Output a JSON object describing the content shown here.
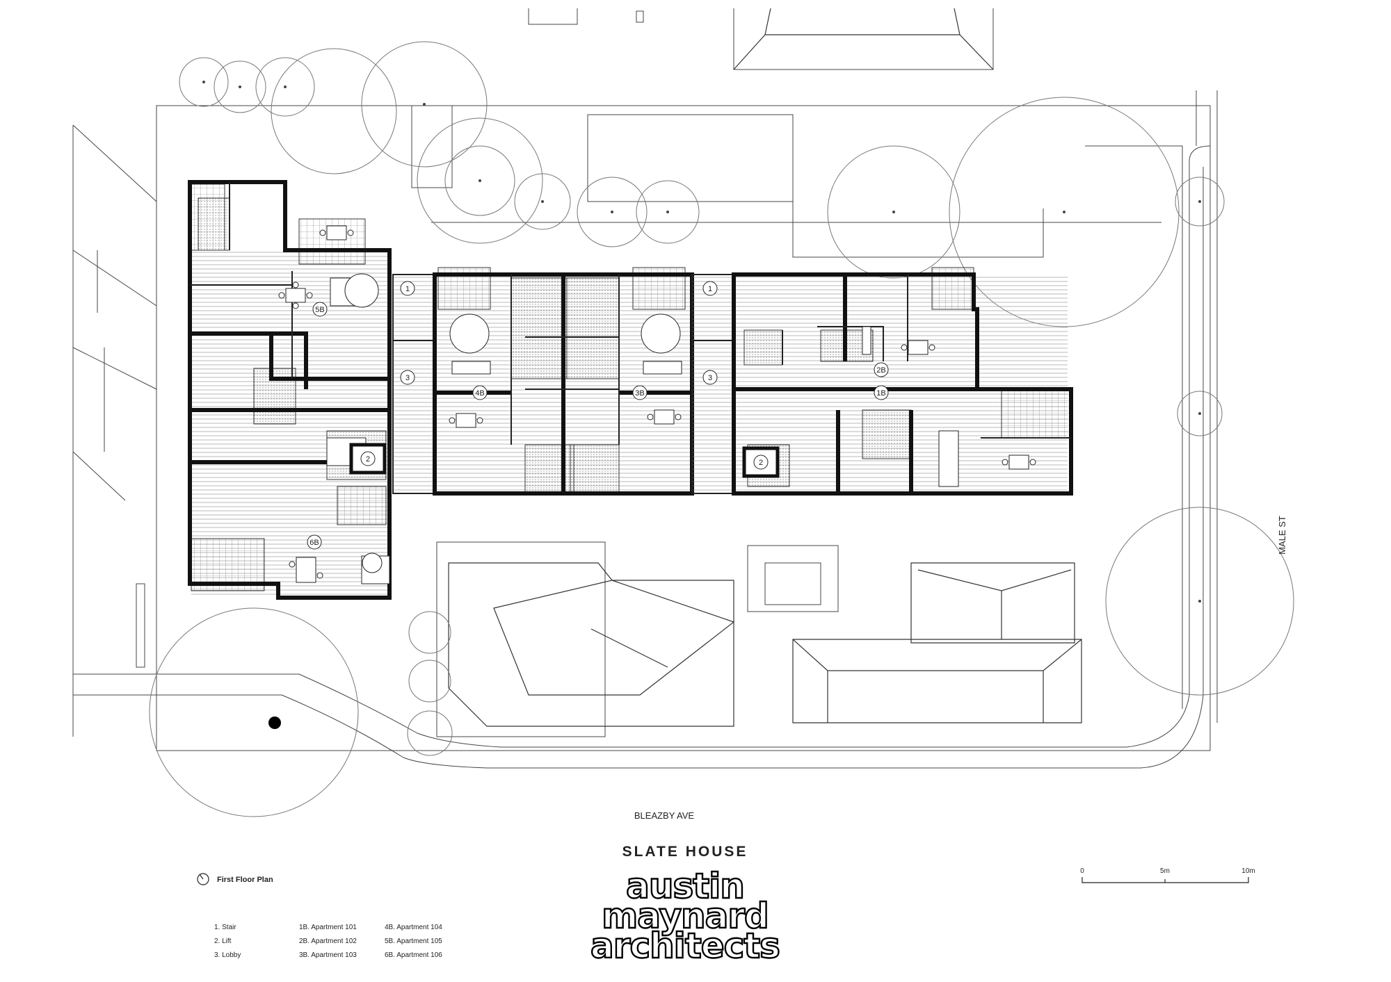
{
  "project_title": "SLATE HOUSE",
  "logo": [
    "austin",
    "maynard",
    "architects"
  ],
  "streets": {
    "south": "BLEAZBY AVE",
    "east": "MALE ST"
  },
  "plan_label": "First Floor Plan",
  "scale_bar": {
    "ticks": [
      "0",
      "5m",
      "10m"
    ]
  },
  "legend": [
    [
      "1. Stair",
      "1B. Apartment 101",
      "4B. Apartment 104"
    ],
    [
      "2. Lift",
      "2B. Apartment 102",
      "5B. Apartment 105"
    ],
    [
      "3. Lobby",
      "3B. Apartment 103",
      "6B. Apartment 106"
    ]
  ],
  "unit_labels": [
    "1B",
    "2B",
    "3B",
    "4B",
    "5B",
    "6B"
  ],
  "core_labels": [
    "1",
    "2",
    "3"
  ]
}
